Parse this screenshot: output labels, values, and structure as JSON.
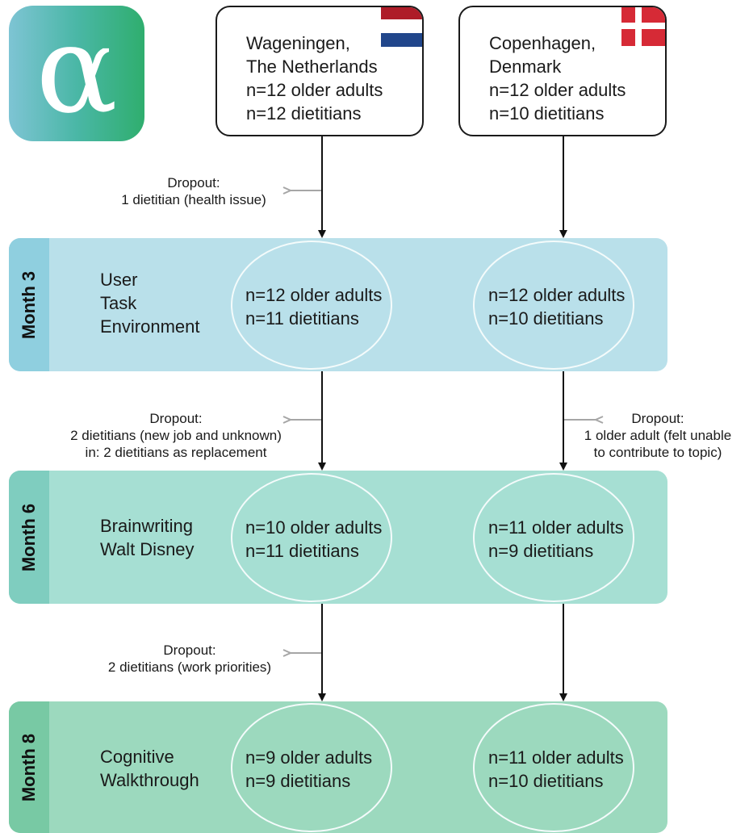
{
  "logo": {
    "glyph": "α",
    "colors": [
      "#7ec4d4",
      "#2fae6e"
    ]
  },
  "sites": [
    {
      "name": "wageningen",
      "flag": "netherlands-flag",
      "lines": [
        "Wageningen,",
        "The Netherlands",
        "n=12 older adults",
        "n=12 dietitians"
      ]
    },
    {
      "name": "copenhagen",
      "flag": "denmark-flag",
      "lines": [
        "Copenhagen,",
        "Denmark",
        "n=12 older adults",
        "n=10 dietitians"
      ]
    }
  ],
  "phases": [
    {
      "label": "Month 3",
      "methods": [
        "User",
        "Task",
        "Environment"
      ],
      "nl": [
        "n=12 older adults",
        "n=11 dietitians"
      ],
      "dk": [
        "n=12 older adults",
        "n=10 dietitians"
      ]
    },
    {
      "label": "Month 6",
      "methods": [
        "Brainwriting",
        "Walt Disney"
      ],
      "nl": [
        "n=10 older adults",
        "n=11 dietitians"
      ],
      "dk": [
        "n=11 older adults",
        "n=9 dietitians"
      ]
    },
    {
      "label": "Month 8",
      "methods": [
        "Cognitive",
        "Walkthrough"
      ],
      "nl": [
        "n=9 older adults",
        "n=9 dietitians"
      ],
      "dk": [
        "n=11 older adults",
        "n=10 dietitians"
      ]
    }
  ],
  "dropouts": [
    {
      "lines": [
        "Dropout:",
        "1 dietitian (health issue)"
      ]
    },
    {
      "lines": [
        "Dropout:",
        "2 dietitians (new job and unknown)",
        "in: 2 dietitians as replacement"
      ]
    },
    {
      "lines": [
        "Dropout:",
        "1 older adult (felt unable",
        "to contribute to topic)"
      ]
    },
    {
      "lines": [
        "Dropout:",
        "2 dietitians (work priorities)"
      ]
    }
  ],
  "colors": {
    "band_month3": "#b9e0ea",
    "band_month6": "#a6dfd3",
    "band_month8": "#9cd9be",
    "arrow": "#111111",
    "dropout_arrow": "#a6a6a6"
  }
}
